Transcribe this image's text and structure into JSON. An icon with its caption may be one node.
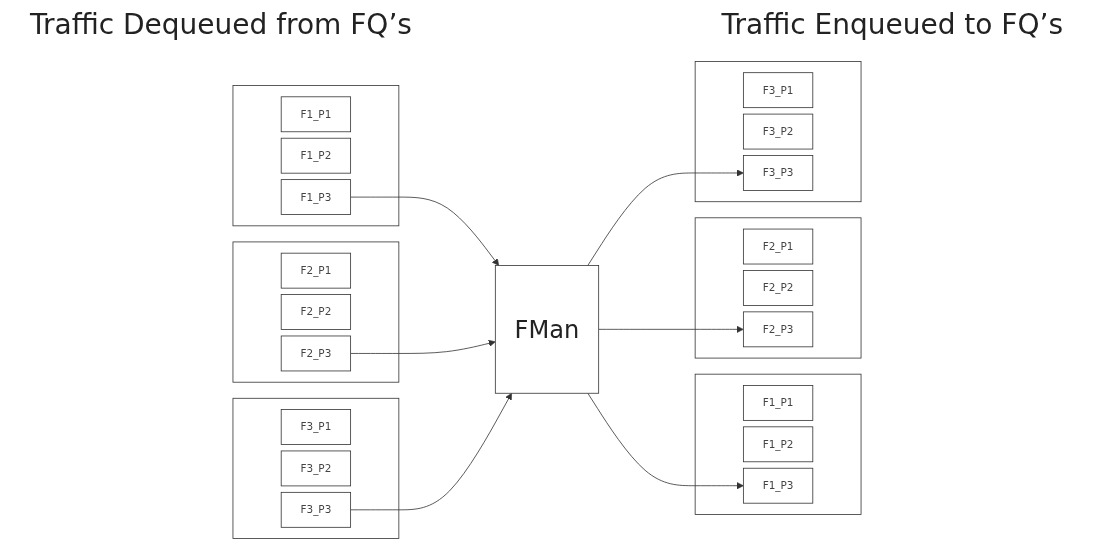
{
  "diagram": {
    "nodes": [
      {
        "text": [],
        "shape": "box"
      },
      {
        "text": [
          "F1_P1"
        ],
        "in": 0
      },
      {
        "text": [
          "F1_P2"
        ],
        "in": 0
      },
      {
        "text": [
          "F1_P3"
        ],
        "in": 0
      },
      {
        "text": [],
        "shape": "box"
      },
      {
        "text": [
          "F2_P1"
        ],
        "in": 4
      },
      {
        "text": [
          "F2_P2"
        ],
        "in": 4
      },
      {
        "text": [
          "F2_P3"
        ],
        "in": 4
      },
      {
        "text": [],
        "shape": "box"
      },
      {
        "text": [
          "F3_P1"
        ],
        "in": 8
      },
      {
        "text": [
          "F3_P2"
        ],
        "in": 8
      },
      {
        "text": [
          "F3_P3"
        ],
        "in": 8
      },
      {
        "text": [],
        "shape": "box"
      },
      {
        "text": [
          "F1_P1"
        ],
        "in": 12
      },
      {
        "text": [
          "F1_P2"
        ],
        "in": 12
      },
      {
        "text": [
          "F1_P3"
        ],
        "in": 12
      },
      {
        "text": [],
        "shape": "box"
      },
      {
        "text": [
          "F2_P1"
        ],
        "in": 16
      },
      {
        "text": [
          "F2_P2"
        ],
        "in": 16
      },
      {
        "text": [
          "F2_P3"
        ],
        "in": 16
      },
      {
        "text": [],
        "shape": "box"
      },
      {
        "text": [
          "F3_P1"
        ],
        "in": 20
      },
      {
        "text": [
          "F3_P2"
        ],
        "in": 20
      },
      {
        "text": [
          "F3_P3"
        ],
        "in": 20
      },
      {
        "text": [
          "FMan"
        ]
      }
    ],
    "edges": [
      {
        "from": 3,
        "to": 24,
        "arrow": "to"
      },
      {
        "from": 7,
        "to": 24,
        "arrow": "to"
      },
      {
        "from": 11,
        "to": 24,
        "arrow": "to"
      },
      {
        "from": 24,
        "to": 15,
        "arrow": "to"
      },
      {
        "from": 24,
        "to": 19,
        "arrow": "to"
      },
      {
        "from": 24,
        "to": 23,
        "arrow": "to"
      }
    ],
    "labels": [
      "Traffic Dequeued from FQ’s",
      "Traffic Enqueued to FQ’s"
    ]
  }
}
